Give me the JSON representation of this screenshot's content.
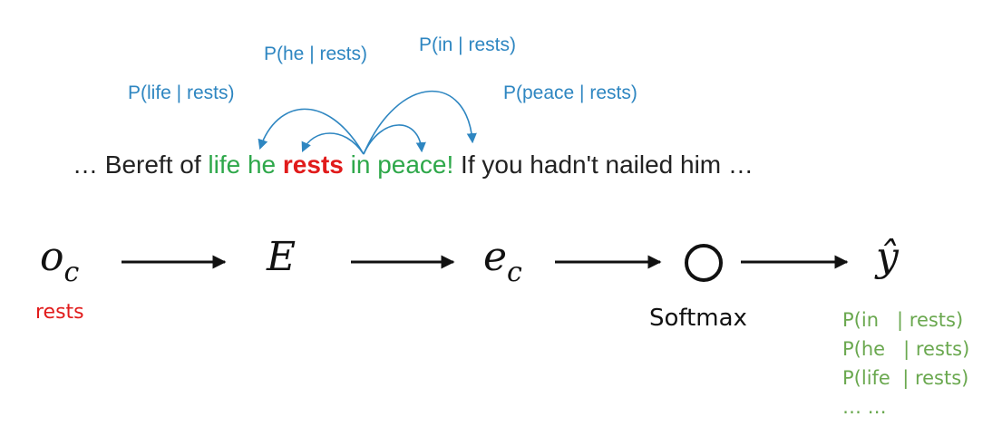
{
  "context_probs": [
    {
      "key": "life",
      "text": "P(life | rests)"
    },
    {
      "key": "he",
      "text": "P(he | rests)"
    },
    {
      "key": "in",
      "text": "P(in | rests)"
    },
    {
      "key": "peace",
      "text": "P(peace | rests)"
    }
  ],
  "sentence": {
    "prefix": "… Bereft of ",
    "context_left": "life he",
    "center": "rests",
    "context_right": "in peace!",
    "suffix": " If you hadn't nailed him …"
  },
  "pipeline": {
    "onehot": {
      "base": "o",
      "sub": "c"
    },
    "embedding_matrix": "E",
    "embedding": {
      "base": "e",
      "sub": "c"
    },
    "output": "ŷ"
  },
  "center_label": "rests",
  "softmax_label": "Softmax",
  "output_probs": [
    "P(in   | rests)",
    "P(he   | rests)",
    "P(life  | rests)",
    "… …"
  ],
  "colors": {
    "context": "#2ea84a",
    "center": "#e11b1b",
    "prob_label": "#2e86c1",
    "output_probs": "#6aa84f"
  }
}
